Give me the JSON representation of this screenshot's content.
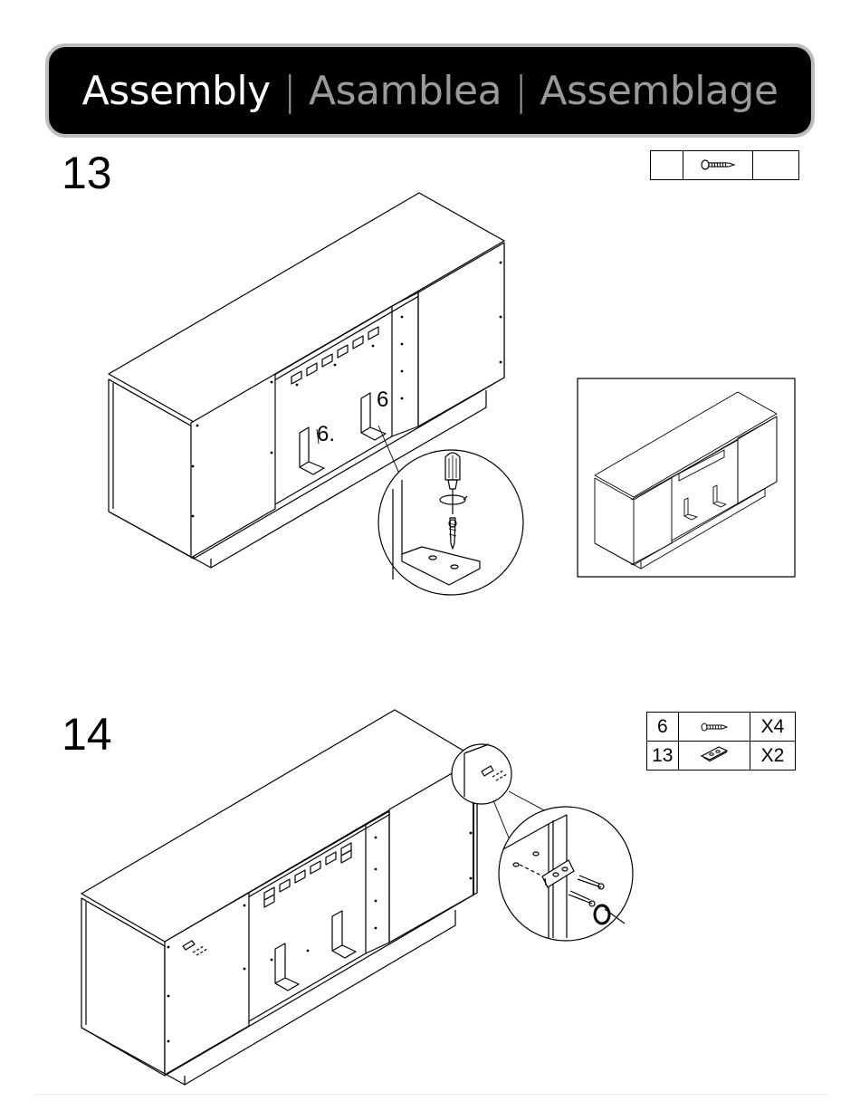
{
  "header": {
    "assembly_en": "Assembly",
    "separator": "|",
    "assembly_es": "Asamblea",
    "assembly_fr": "Assemblage"
  },
  "step13": {
    "number": "13",
    "callout_a": "6.",
    "callout_b": "6",
    "parts_table": {
      "ref": "",
      "icon": "screw-icon",
      "qty": ""
    }
  },
  "step14": {
    "number": "14",
    "parts_table": [
      {
        "ref": "6",
        "icon": "screw-icon",
        "qty": "X4"
      },
      {
        "ref": "13",
        "icon": "bracket-plate-icon",
        "qty": "X2"
      }
    ]
  }
}
